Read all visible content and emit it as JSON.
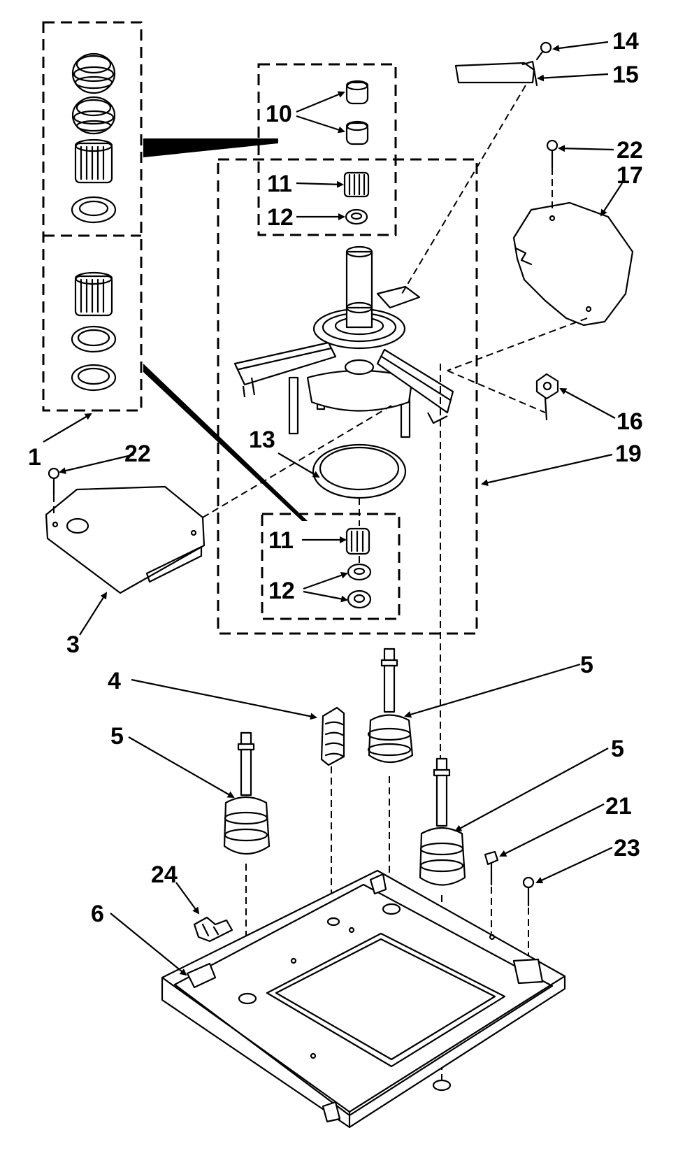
{
  "header": {
    "top_left_fragment": "",
    "top_right_fragment": ""
  },
  "callouts": {
    "c1": "1",
    "c3": "3",
    "c4": "4",
    "c5a": "5",
    "c5b": "5",
    "c5c": "5",
    "c6": "6",
    "c10": "10",
    "c11a": "11",
    "c11b": "11",
    "c12a": "12",
    "c12b": "12",
    "c13": "13",
    "c14": "14",
    "c15": "15",
    "c16": "16",
    "c17": "17",
    "c19": "19",
    "c21": "21",
    "c22a": "22",
    "c22b": "22",
    "c23": "23",
    "c24": "24"
  },
  "colors": {
    "ink": "#000000",
    "paper": "#ffffff"
  }
}
